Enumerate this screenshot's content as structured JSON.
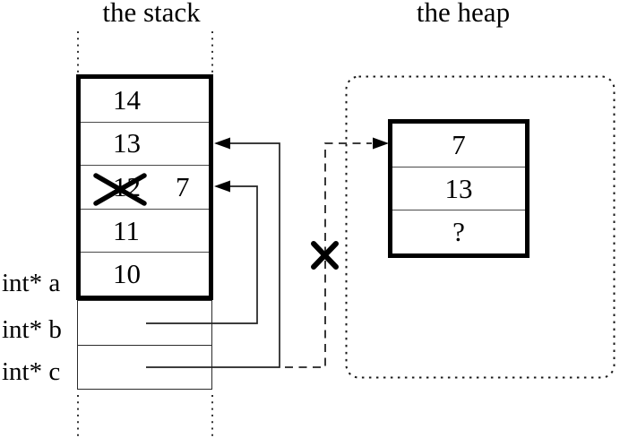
{
  "titles": {
    "stack": "the stack",
    "heap": "the heap"
  },
  "stack_frame": {
    "cells": [
      {
        "value": "14"
      },
      {
        "value": "13"
      },
      {
        "value": "12",
        "crossed_out": true,
        "new_value": "7"
      },
      {
        "value": "11"
      },
      {
        "value": "10"
      }
    ]
  },
  "pointer_vars": {
    "a": "int* a",
    "b": "int* b",
    "c": "int* c"
  },
  "heap_block": {
    "cells": [
      "7",
      "13",
      "?"
    ]
  },
  "pointers": [
    {
      "from": "int* b",
      "to": "stack cell with 7 (old 12)",
      "style": "solid-arrow"
    },
    {
      "from": "int* c",
      "to": "stack cell with 13",
      "style": "solid-arrow"
    },
    {
      "from": "int* c (old value)",
      "to": "heap cell with 7",
      "style": "dashed-arrow-invalidated"
    }
  ],
  "icons": {
    "cross_out_x": "thick X strokes over old value",
    "invalid_pointer_x": "thick X mark on dashed pointer",
    "arrowhead": "filled black triangle"
  },
  "colors": {
    "foreground": "#000000",
    "background": "#ffffff",
    "thin_line": "#2b2b2b"
  }
}
